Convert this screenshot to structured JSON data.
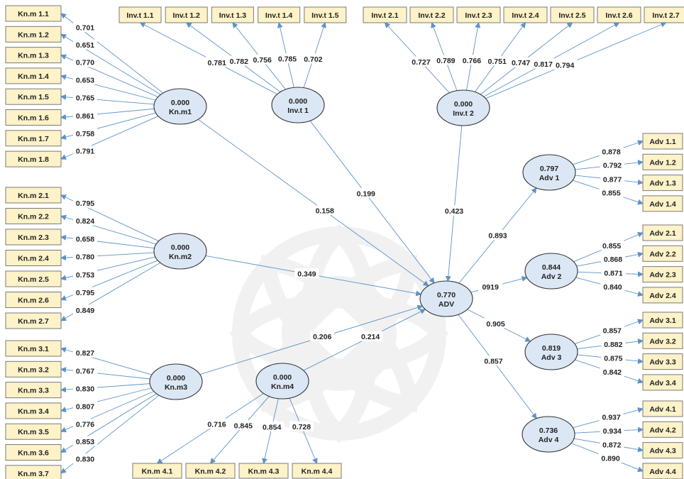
{
  "diagram_data": {
    "accent_colors": {
      "arrow": "#5b93c9",
      "indicator_fill": "#fdf2c8",
      "construct_fill": "#dbe7f4"
    },
    "constructs": [
      {
        "id": "Kn.m1",
        "label": "Kn.m1",
        "r2": "0.000"
      },
      {
        "id": "Kn.m2",
        "label": "Kn.m2",
        "r2": "0.000"
      },
      {
        "id": "Kn.m3",
        "label": "Kn.m3",
        "r2": "0.000"
      },
      {
        "id": "Kn.m4",
        "label": "Kn.m4",
        "r2": "0.000"
      },
      {
        "id": "Inv.t1",
        "label": "Inv.t 1",
        "r2": "0.000"
      },
      {
        "id": "Inv.t2",
        "label": "Inv.t 2",
        "r2": "0.000"
      },
      {
        "id": "ADV",
        "label": "ADV",
        "r2": "0.770"
      },
      {
        "id": "Adv1",
        "label": "Adv 1",
        "r2": "0.797"
      },
      {
        "id": "Adv2",
        "label": "Adv 2",
        "r2": "0.844"
      },
      {
        "id": "Adv3",
        "label": "Adv 3",
        "r2": "0.819"
      },
      {
        "id": "Adv4",
        "label": "Adv 4",
        "r2": "0.736"
      }
    ],
    "indicators": [
      {
        "id": "Kn.m 1.1",
        "construct": "Kn.m1",
        "loading": "0.701"
      },
      {
        "id": "Kn.m 1.2",
        "construct": "Kn.m1",
        "loading": "0.651"
      },
      {
        "id": "Kn.m 1.3",
        "construct": "Kn.m1",
        "loading": "0.770"
      },
      {
        "id": "Kn.m 1.4",
        "construct": "Kn.m1",
        "loading": "0.653"
      },
      {
        "id": "Kn.m 1.5",
        "construct": "Kn.m1",
        "loading": "0.765"
      },
      {
        "id": "Kn.m 1.6",
        "construct": "Kn.m1",
        "loading": "0.861"
      },
      {
        "id": "Kn.m 1.7",
        "construct": "Kn.m1",
        "loading": "0.758"
      },
      {
        "id": "Kn.m 1.8",
        "construct": "Kn.m1",
        "loading": "0.791"
      },
      {
        "id": "Kn.m 2.1",
        "construct": "Kn.m2",
        "loading": "0.795"
      },
      {
        "id": "Kn.m 2.2",
        "construct": "Kn.m2",
        "loading": "0.824"
      },
      {
        "id": "Kn.m 2.3",
        "construct": "Kn.m2",
        "loading": "0.658"
      },
      {
        "id": "Kn.m 2.4",
        "construct": "Kn.m2",
        "loading": "0.780"
      },
      {
        "id": "Kn.m 2.5",
        "construct": "Kn.m2",
        "loading": "0.753"
      },
      {
        "id": "Kn.m 2.6",
        "construct": "Kn.m2",
        "loading": "0.795"
      },
      {
        "id": "Kn.m 2.7",
        "construct": "Kn.m2",
        "loading": "0.849"
      },
      {
        "id": "Kn.m 3.1",
        "construct": "Kn.m3",
        "loading": "0.827"
      },
      {
        "id": "Kn.m 3.2",
        "construct": "Kn.m3",
        "loading": "0.767"
      },
      {
        "id": "Kn.m 3.3",
        "construct": "Kn.m3",
        "loading": "0.830"
      },
      {
        "id": "Kn.m 3.4",
        "construct": "Kn.m3",
        "loading": "0.807"
      },
      {
        "id": "Kn.m 3.5",
        "construct": "Kn.m3",
        "loading": "0.776"
      },
      {
        "id": "Kn.m 3.6",
        "construct": "Kn.m3",
        "loading": "0.853"
      },
      {
        "id": "Kn.m 3.7",
        "construct": "Kn.m3",
        "loading": "0.830"
      },
      {
        "id": "Kn.m 4.1",
        "construct": "Kn.m4",
        "loading": "0.716"
      },
      {
        "id": "Kn.m 4.2",
        "construct": "Kn.m4",
        "loading": "0.845"
      },
      {
        "id": "Kn.m 4.3",
        "construct": "Kn.m4",
        "loading": "0.854"
      },
      {
        "id": "Kn.m 4.4",
        "construct": "Kn.m4",
        "loading": "0.728"
      },
      {
        "id": "Inv.t 1.1",
        "construct": "Inv.t1",
        "loading": "0.781"
      },
      {
        "id": "Inv.t 1.2",
        "construct": "Inv.t1",
        "loading": "0.782"
      },
      {
        "id": "Inv.t 1.3",
        "construct": "Inv.t1",
        "loading": "0.756"
      },
      {
        "id": "Inv.t 1.4",
        "construct": "Inv.t1",
        "loading": "0.785"
      },
      {
        "id": "Inv.t 1.5",
        "construct": "Inv.t1",
        "loading": "0.702"
      },
      {
        "id": "Inv.t 2.1",
        "construct": "Inv.t2",
        "loading": "0.727"
      },
      {
        "id": "Inv.t 2.2",
        "construct": "Inv.t2",
        "loading": "0.789"
      },
      {
        "id": "Inv.t 2.3",
        "construct": "Inv.t2",
        "loading": "0.766"
      },
      {
        "id": "Inv.t 2.4",
        "construct": "Inv.t2",
        "loading": "0.751"
      },
      {
        "id": "Inv.t 2.5",
        "construct": "Inv.t2",
        "loading": "0.747"
      },
      {
        "id": "Inv.t 2.6",
        "construct": "Inv.t2",
        "loading": "0.817"
      },
      {
        "id": "Inv.t 2.7",
        "construct": "Inv.t2",
        "loading": "0.794"
      },
      {
        "id": "Adv 1.1",
        "construct": "Adv1",
        "loading": "0.878"
      },
      {
        "id": "Adv 1.2",
        "construct": "Adv1",
        "loading": "0.792"
      },
      {
        "id": "Adv 1.3",
        "construct": "Adv1",
        "loading": "0.877"
      },
      {
        "id": "Adv 1.4",
        "construct": "Adv1",
        "loading": "0.855"
      },
      {
        "id": "Adv 2.1",
        "construct": "Adv2",
        "loading": "0.855"
      },
      {
        "id": "Adv 2.2",
        "construct": "Adv2",
        "loading": "0.868"
      },
      {
        "id": "Adv 2.3",
        "construct": "Adv2",
        "loading": "0.871"
      },
      {
        "id": "Adv 2.4",
        "construct": "Adv2",
        "loading": "0.840"
      },
      {
        "id": "Adv 3.1",
        "construct": "Adv3",
        "loading": "0.857"
      },
      {
        "id": "Adv 3.2",
        "construct": "Adv3",
        "loading": "0.882"
      },
      {
        "id": "Adv 3.3",
        "construct": "Adv3",
        "loading": "0.875"
      },
      {
        "id": "Adv 3.4",
        "construct": "Adv3",
        "loading": "0.842"
      },
      {
        "id": "Adv 4.1",
        "construct": "Adv4",
        "loading": "0.937"
      },
      {
        "id": "Adv 4.2",
        "construct": "Adv4",
        "loading": "0.934"
      },
      {
        "id": "Adv 4.3",
        "construct": "Adv4",
        "loading": "0.872"
      },
      {
        "id": "Adv 4.4",
        "construct": "Adv4",
        "loading": "0.890"
      }
    ],
    "paths": [
      {
        "from": "Kn.m1",
        "to": "ADV",
        "coef": "0.158"
      },
      {
        "from": "Inv.t1",
        "to": "ADV",
        "coef": "0.199"
      },
      {
        "from": "Inv.t2",
        "to": "ADV",
        "coef": "0.423"
      },
      {
        "from": "Kn.m2",
        "to": "ADV",
        "coef": "0.349"
      },
      {
        "from": "Kn.m3",
        "to": "ADV",
        "coef": "0.206"
      },
      {
        "from": "Kn.m4",
        "to": "ADV",
        "coef": "0.214"
      },
      {
        "from": "ADV",
        "to": "Adv1",
        "coef": "0.893"
      },
      {
        "from": "ADV",
        "to": "Adv2",
        "coef": "0919"
      },
      {
        "from": "ADV",
        "to": "Adv3",
        "coef": "0.905"
      },
      {
        "from": "ADV",
        "to": "Adv4",
        "coef": "0.857"
      }
    ]
  }
}
